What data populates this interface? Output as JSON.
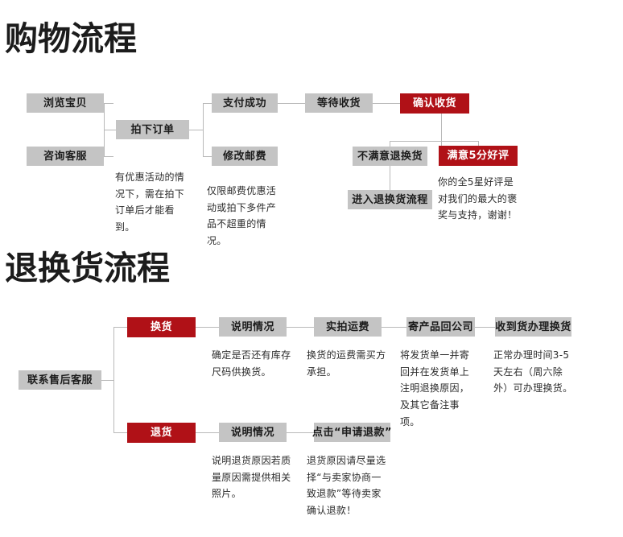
{
  "page": {
    "background": "#ffffff",
    "accent_red": "#b01117",
    "node_gray": "#c4c4c4",
    "line_gray": "#b9b9b9"
  },
  "sections": [
    {
      "id": "shopping",
      "title": "购物流程",
      "nodes": [
        {
          "id": "browse",
          "label": "浏览宝贝",
          "style": "gray"
        },
        {
          "id": "consult",
          "label": "咨询客服",
          "style": "gray"
        },
        {
          "id": "order",
          "label": "拍下订单",
          "style": "gray"
        },
        {
          "id": "paid",
          "label": "支付成功",
          "style": "gray"
        },
        {
          "id": "shipfee",
          "label": "修改邮费",
          "style": "gray"
        },
        {
          "id": "waiting",
          "label": "等待收货",
          "style": "gray"
        },
        {
          "id": "confirm",
          "label": "确认收货",
          "style": "red"
        },
        {
          "id": "unhappy",
          "label": "不满意退换货",
          "style": "gray"
        },
        {
          "id": "enterflow",
          "label": "进入退换货流程",
          "style": "gray"
        },
        {
          "id": "praise",
          "label": "满意5分好评",
          "style": "red"
        }
      ],
      "notes": [
        {
          "id": "note-order",
          "text": "有优惠活动的情况下，需在拍下订单后才能看到。"
        },
        {
          "id": "note-fee",
          "text": "仅限邮费优惠活动或拍下多件产品不超重的情况。"
        },
        {
          "id": "note-praise",
          "text": "你的全5星好评是对我们的最大的褒奖与支持，谢谢！"
        }
      ]
    },
    {
      "id": "returns",
      "title": "退换货流程",
      "nodes": [
        {
          "id": "aftersales",
          "label": "联系售后客服",
          "style": "gray"
        },
        {
          "id": "exchange",
          "label": "换货",
          "style": "red"
        },
        {
          "id": "explain1",
          "label": "说明情况",
          "style": "gray"
        },
        {
          "id": "realfee",
          "label": "实拍运费",
          "style": "gray"
        },
        {
          "id": "sendback",
          "label": "寄产品回公司",
          "style": "gray"
        },
        {
          "id": "received",
          "label": "收到货办理换货",
          "style": "gray"
        },
        {
          "id": "refund",
          "label": "退货",
          "style": "red"
        },
        {
          "id": "explain2",
          "label": "说明情况",
          "style": "gray"
        },
        {
          "id": "clickrefund",
          "label": "点击“申请退款”",
          "style": "gray"
        }
      ],
      "notes": [
        {
          "id": "note-explain1",
          "text": "确定是否还有库存尺码供换货。"
        },
        {
          "id": "note-realfee",
          "text": "换货的运费需买方承担。"
        },
        {
          "id": "note-sendback",
          "text": "将发货单一并寄回并在发货单上注明退换原因，及其它备注事项。"
        },
        {
          "id": "note-received",
          "text": "正常办理时间3-5天左右（周六除外）可办理换货。"
        },
        {
          "id": "note-explain2",
          "text": "说明退货原因若质量原因需提供相关照片。"
        },
        {
          "id": "note-clickrefund",
          "text": "退货原因请尽量选择“与卖家协商一致退款”等待卖家确认退款！"
        }
      ]
    }
  ]
}
